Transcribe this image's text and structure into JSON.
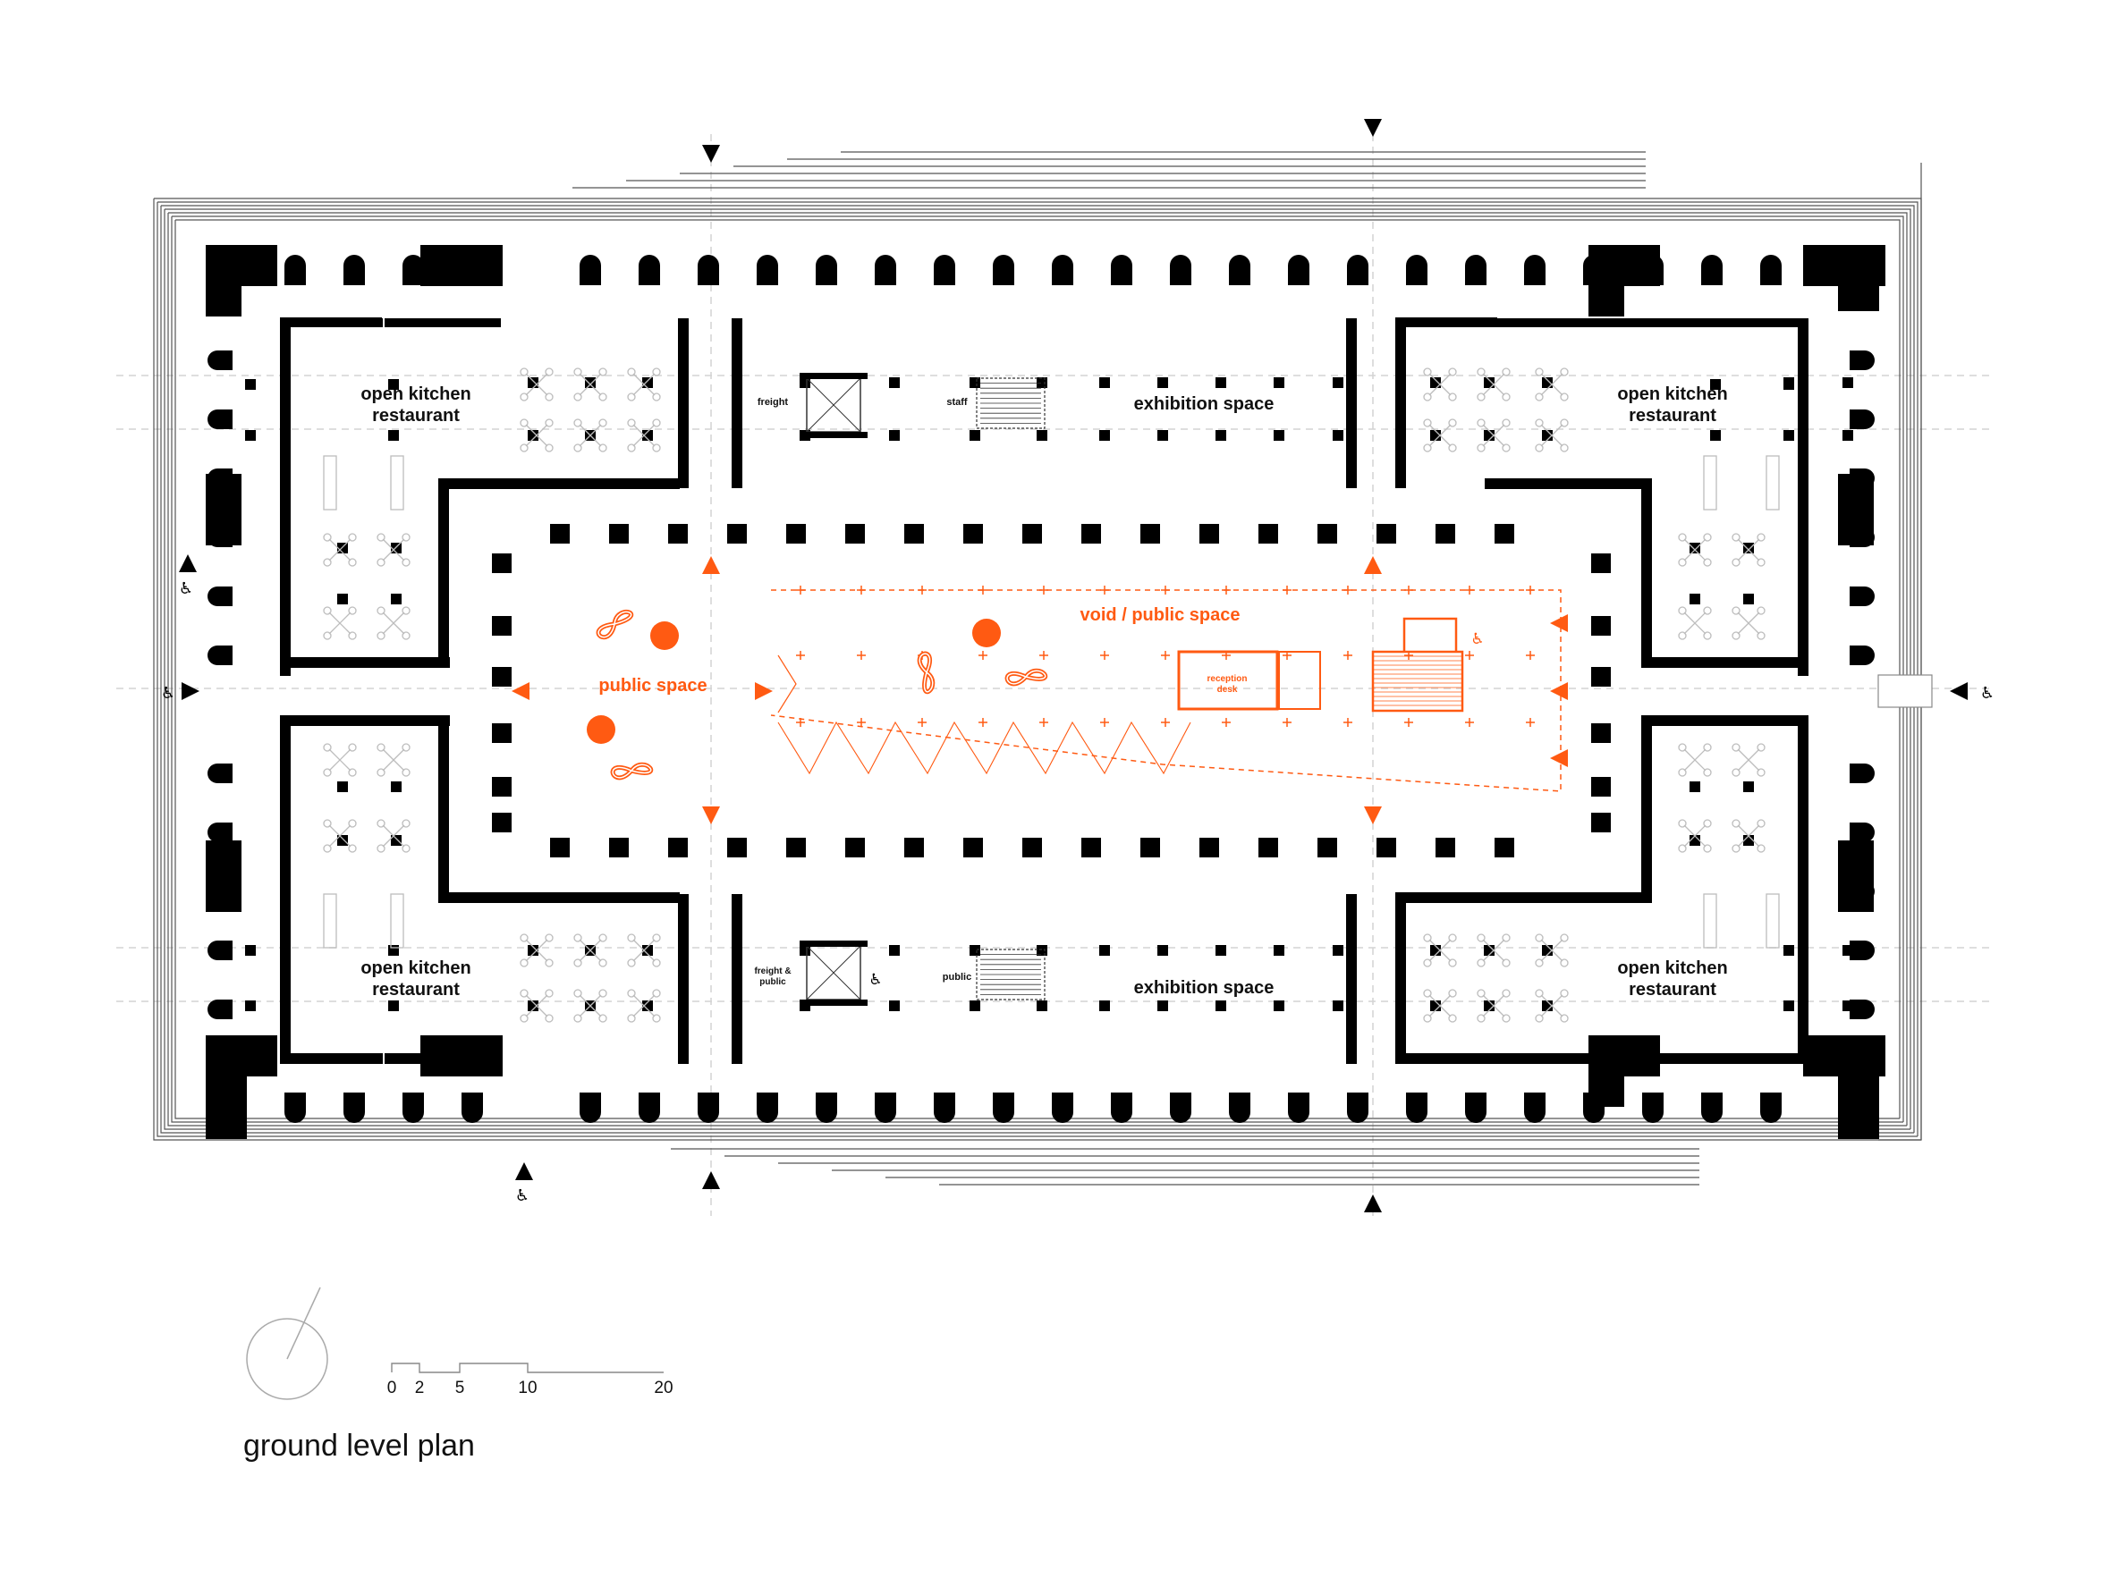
{
  "caption": "ground level plan",
  "colors": {
    "accent": "#ff5a12",
    "ink": "#000000",
    "guide": "#c8c8c8"
  },
  "rooms": {
    "restaurant_nw": {
      "line1": "open kitchen",
      "line2": "restaurant"
    },
    "restaurant_ne": {
      "line1": "open kitchen",
      "line2": "restaurant"
    },
    "restaurant_sw": {
      "line1": "open kitchen",
      "line2": "restaurant"
    },
    "restaurant_se": {
      "line1": "open kitchen",
      "line2": "restaurant"
    },
    "exhibition_north": "exhibition space",
    "exhibition_south": "exhibition space",
    "freight": "freight",
    "staff": "staff",
    "freight_public": {
      "line1": "freight &",
      "line2": "public"
    },
    "public_stair": "public"
  },
  "central": {
    "void": "void / public space",
    "public_space": "public space",
    "reception": {
      "line1": "reception",
      "line2": "desk"
    }
  },
  "scale_bar": {
    "ticks": [
      "0",
      "2",
      "5",
      "10",
      "20"
    ]
  },
  "icons": {
    "north_arrow": "north-arrow-icon",
    "entrance": "entrance-triangle-icon",
    "wheelchair": "wheelchair-icon",
    "seating": "seating-icon"
  },
  "wheelchair_glyph": "♿"
}
